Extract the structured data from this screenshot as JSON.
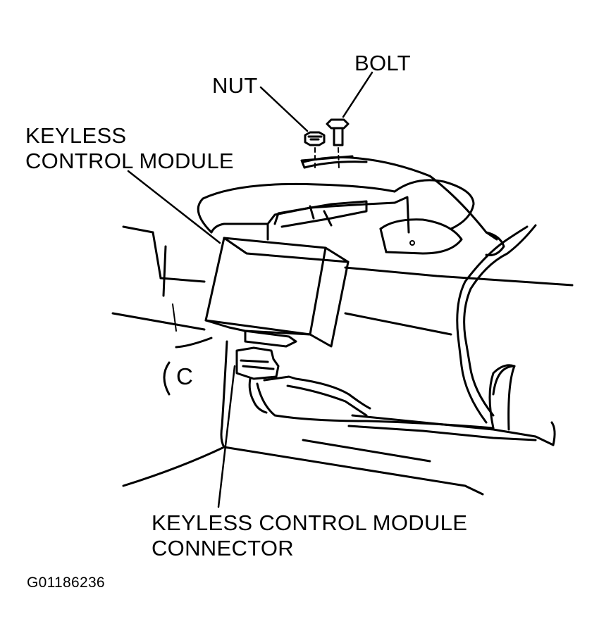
{
  "labels": {
    "nut": "NUT",
    "bolt": "BOLT",
    "module_line1": "KEYLESS",
    "module_line2": "CONTROL MODULE",
    "connector_line1": "KEYLESS CONTROL MODULE",
    "connector_line2": "CONNECTOR",
    "figure_id": "G01186236",
    "body_mark": "C"
  },
  "colors": {
    "ink": "#000000",
    "paper": "#ffffff"
  }
}
